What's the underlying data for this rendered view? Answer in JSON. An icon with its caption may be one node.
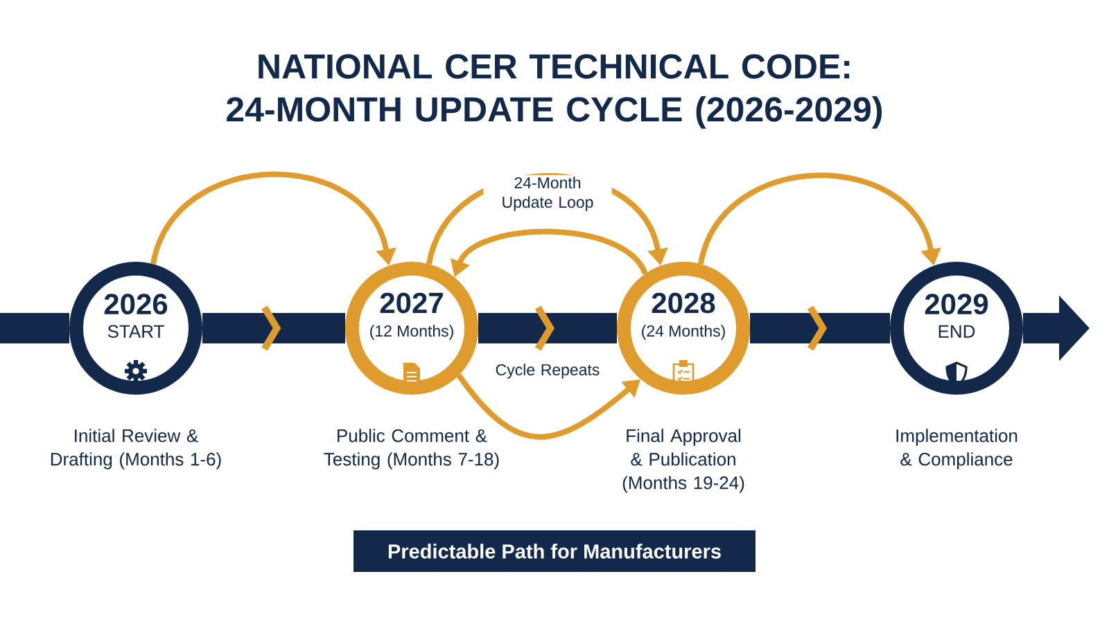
{
  "diagram": {
    "title": "NATIONAL CER TECHNICAL CODE: 24-MONTH UPDATE CYCLE (2026-2029)",
    "nodes": [
      {
        "text": [
          "2026",
          "START"
        ],
        "beside": [
          "Initial Review & Drafting (Months 1-6)"
        ]
      },
      {
        "text": [
          "2027",
          "(12 Months)"
        ],
        "beside": [
          "Public Comment & Testing (Months 7-18)"
        ]
      },
      {
        "text": [
          "2028",
          "(24 Months)"
        ],
        "beside": [
          "Final Approval & Publication (Months 19-24)"
        ]
      },
      {
        "text": [
          "2029",
          "END"
        ],
        "beside": [
          "Implementation & Compliance"
        ]
      },
      {
        "text": [
          "Predictable Path for Manufacturers"
        ]
      }
    ],
    "edges": [
      {
        "from": null,
        "to": 0,
        "arrow": "none",
        "style": "thick",
        "color": "#13294b"
      },
      {
        "from": 0,
        "to": 1,
        "arrow": "to",
        "style": "thick",
        "color": "#13294b"
      },
      {
        "from": 1,
        "to": 2,
        "arrow": "to",
        "style": "thick",
        "color": "#13294b"
      },
      {
        "from": 2,
        "to": 3,
        "arrow": "to",
        "style": "thick",
        "color": "#13294b"
      },
      {
        "from": 3,
        "to": null,
        "arrow": "to",
        "style": "thick",
        "color": "#13294b"
      },
      {
        "from": 0,
        "to": 1,
        "arrow": "to",
        "color": "#e09b2d"
      },
      {
        "from": 1,
        "to": 2,
        "arrow": "to",
        "label": "24-Month Update Loop",
        "color": "#e09b2d"
      },
      {
        "from": 2,
        "to": 1,
        "arrow": "to",
        "color": "#e09b2d"
      },
      {
        "from": 1,
        "to": 2,
        "arrow": "to",
        "label": "Cycle Repeats",
        "color": "#e09b2d"
      },
      {
        "from": 2,
        "to": 3,
        "arrow": "to",
        "color": "#e09b2d"
      }
    ]
  }
}
